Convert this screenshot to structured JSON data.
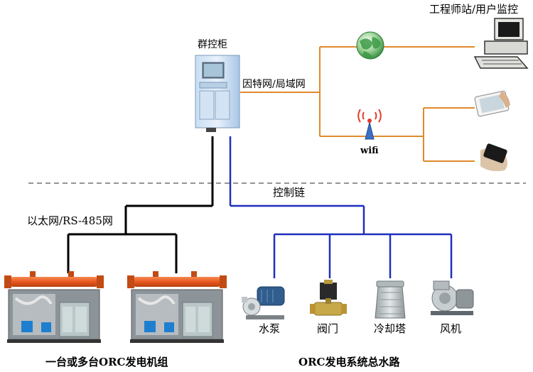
{
  "labels": {
    "engineer_station": "工程师站/用户监控",
    "cabinet": "群控柜",
    "network": "因特网/局域网",
    "wifi": "wifi",
    "control_chain": "控制链",
    "ethernet": "以太网/RS-485网",
    "pump": "水泵",
    "valve": "阀门",
    "cooling_tower": "冷却塔",
    "fan": "风机",
    "orc_units": "一台或多台ORC发电机组",
    "orc_water": "ORC发电系统总水路"
  },
  "colors": {
    "network_line": "#e08a2c",
    "control_line": "#1f2fbf",
    "ethernet_line": "#000000",
    "cabinet_blue": "#9fc6ea",
    "generator_orange": "#e8571e",
    "generator_blue": "#1e7fd0"
  },
  "icons": {
    "cabinet": "control-cabinet",
    "globe": "globe-icon",
    "wifi": "wifi-antenna-icon",
    "computer": "desktop-computer-icon",
    "tablet": "tablet-icon",
    "phone": "smartphone-icon",
    "generator": "orc-generator-unit",
    "pump": "water-pump-icon",
    "valve": "solenoid-valve-icon",
    "tower": "cooling-tower-icon",
    "fan": "centrifugal-fan-icon"
  }
}
